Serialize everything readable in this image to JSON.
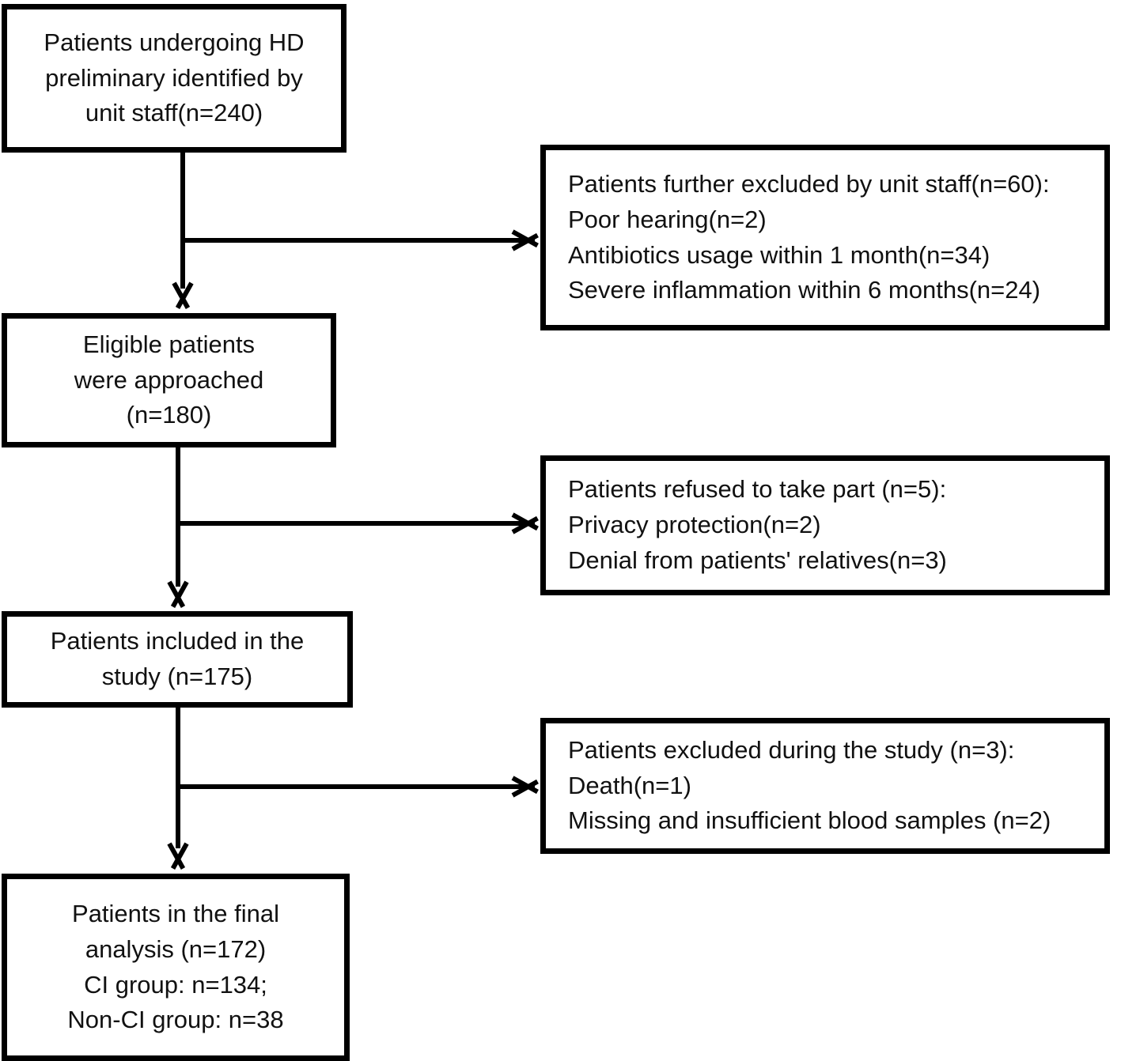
{
  "diagram": {
    "type": "flowchart",
    "subtype": "consort-participant-flow",
    "stroke_color": "#000000",
    "background_color": "#ffffff",
    "main_nodes": [
      {
        "id": "enrollment",
        "lines": [
          "Patients undergoing HD",
          "preliminary identified by",
          "unit staff(n=240)"
        ]
      },
      {
        "id": "eligible",
        "lines": [
          "Eligible patients",
          "were approached",
          "(n=180)"
        ]
      },
      {
        "id": "included",
        "lines": [
          "Patients included in the",
          "study (n=175)"
        ]
      },
      {
        "id": "final-analysis",
        "lines": [
          "Patients in the final",
          "analysis (n=172)",
          "CI group: n=134;",
          "Non-CI group: n=38"
        ]
      }
    ],
    "exclusion_nodes": [
      {
        "id": "excluded-by-unit-staff",
        "lines": [
          "Patients further excluded by unit staff(n=60):",
          "Poor hearing(n=2)",
          "Antibiotics usage within 1 month(n=34)",
          "Severe inflammation within 6 months(n=24)"
        ]
      },
      {
        "id": "refused-to-take-part",
        "lines": [
          "Patients refused to take part (n=5):",
          "Privacy protection(n=2)",
          "Denial from patients' relatives(n=3)"
        ]
      },
      {
        "id": "excluded-during-study",
        "lines": [
          "Patients excluded during the study (n=3):",
          "Death(n=1)",
          "Missing and insufficient blood samples (n=2)"
        ]
      }
    ]
  }
}
